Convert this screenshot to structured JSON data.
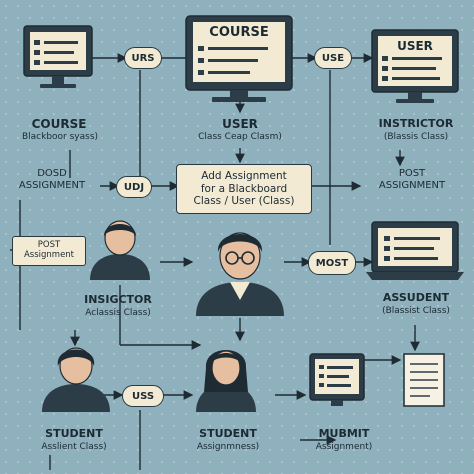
{
  "nodes": {
    "course_top": "COURSE",
    "course_left_title": "COURSE",
    "course_left_sub": "Blackboor syass)",
    "user_center_title": "USER",
    "user_center_sub": "Class Ceap Clasm)",
    "instrictor_title": "INSTRICTOR",
    "instrictor_sub": "(Blassis Class)",
    "user_right_screen": "USER",
    "dosd_label": "DOSD\nASSIGNMENT",
    "add_assignment": "Add Assignment\nfor a Blackboard\nClass / User (Class)",
    "post_assignment_right": "POST\nASSIGNMENT",
    "post_assignment_left": "POST\nAssignment",
    "insigctor_title": "INSIGCTOR",
    "insigctor_sub": "Aclassis Class)",
    "assudent_title": "ASSUDENT",
    "assudent_sub": "(Blassist Class)",
    "student_left_title": "STUDENT",
    "student_left_sub": "Asslient Class)",
    "student_center_title": "STUDENT",
    "student_center_sub": "Assignmness)",
    "mubmit_title": "MUBMIT",
    "mubmit_sub": "Assignment)"
  },
  "connectors": {
    "urs": "URS",
    "use": "USE",
    "udj": "UDJ",
    "most": "MOST",
    "uss": "USS"
  },
  "colors": {
    "background": "#8fb0bd",
    "card": "#f3ead3",
    "outline": "#1f2b33",
    "monitor": "#2d3d48"
  }
}
